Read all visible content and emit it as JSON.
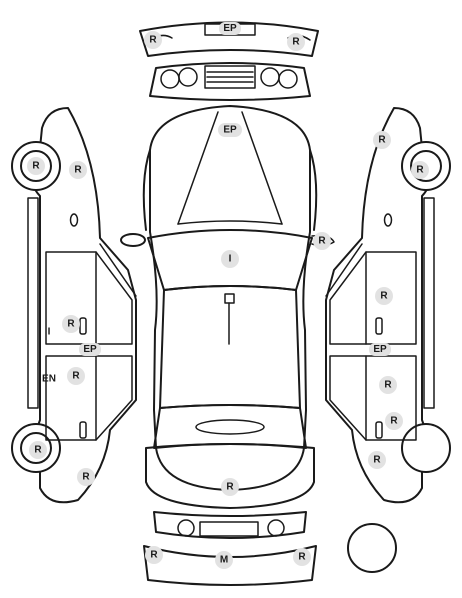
{
  "colors": {
    "line": "#1a1a1a",
    "badge": "#e2e2e2",
    "background": "#ffffff"
  },
  "labels": {
    "front_bumper_left": "R",
    "front_bumper_center": "EP",
    "front_bumper_right": "R",
    "hood": "EP",
    "front_wheel_left": "R",
    "front_fender_left": "R",
    "front_wheel_right": "R",
    "front_fender_right_top": "R",
    "mirror_right": "R",
    "windshield": "I",
    "left_front_door_inner": "I",
    "left_front_door": "R",
    "left_sill": "EP",
    "left_rear_door_inner": "EN",
    "left_rear_door": "R",
    "rear_wheel_left": "R",
    "rear_fender_left": "R",
    "right_front_door": "R",
    "right_sill": "EP",
    "right_rear_door": "R",
    "right_rear_door_lower": "R",
    "right_rear_fender": "R",
    "trunk": "R",
    "rear_bumper_left": "R",
    "rear_bumper_center": "M",
    "rear_bumper_right": "R"
  }
}
